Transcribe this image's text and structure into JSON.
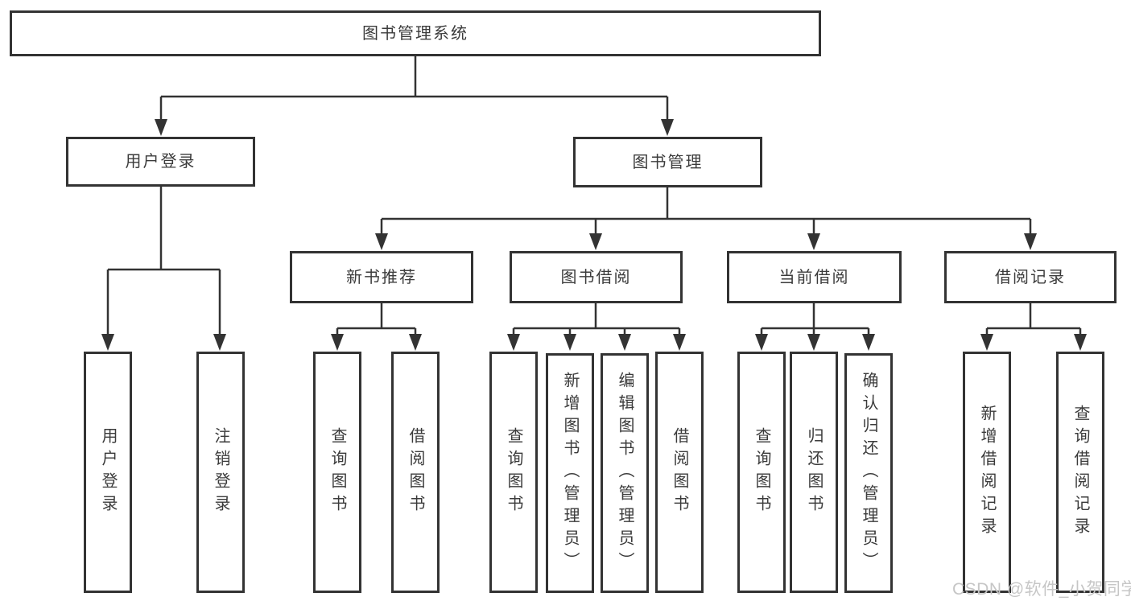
{
  "tree": {
    "root": "图书管理系统",
    "branches": [
      {
        "label": "用户登录",
        "children": [
          "用户登录",
          "注销登录"
        ]
      },
      {
        "label": "图书管理",
        "groups": [
          {
            "label": "新书推荐",
            "children": [
              "查询图书",
              "借阅图书"
            ]
          },
          {
            "label": "图书借阅",
            "children": [
              "查询图书",
              "新增图书（管理员）",
              "编辑图书（管理员）",
              "借阅图书"
            ]
          },
          {
            "label": "当前借阅",
            "children": [
              "查询图书",
              "归还图书",
              "确认归还（管理员）"
            ]
          },
          {
            "label": "借阅记录",
            "children": [
              "新增借阅记录",
              "查询借阅记录"
            ]
          }
        ]
      }
    ]
  },
  "watermark": {
    "text": "CSDN @软件_小贺同学"
  },
  "colors": {
    "line": "#333333",
    "text": "#3b3b3b",
    "watermark": "#c6c6c6",
    "background": "#ffffff"
  }
}
